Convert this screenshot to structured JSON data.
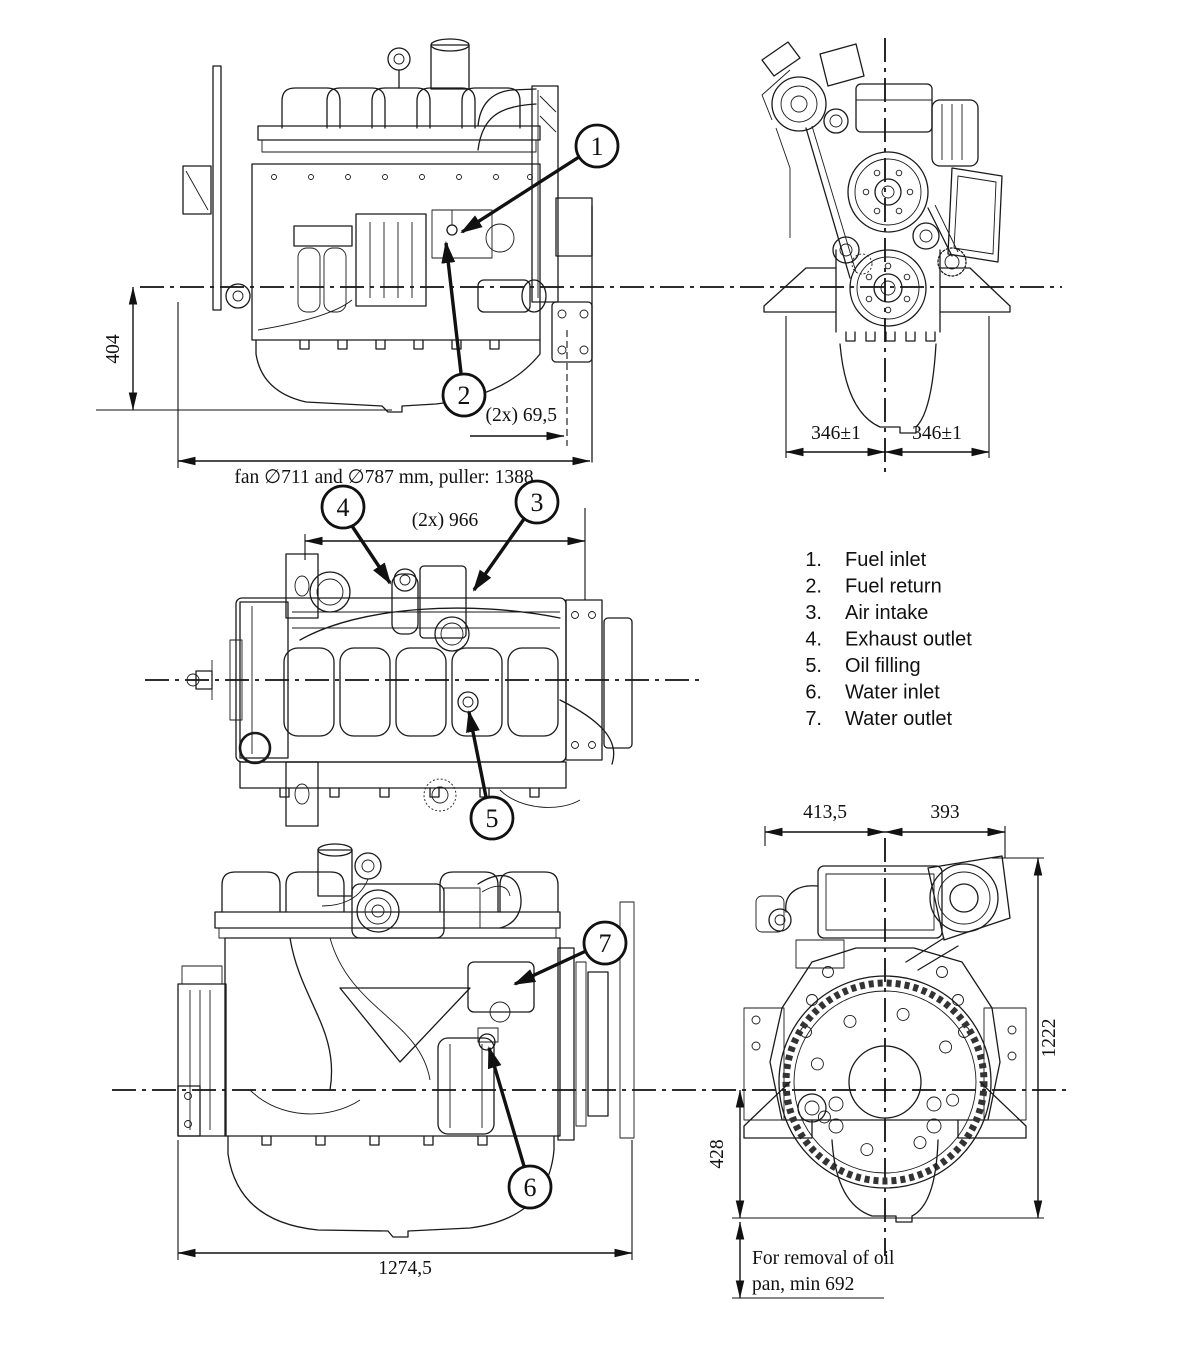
{
  "colors": {
    "ink": "#1a1a1a",
    "paper": "#ffffff"
  },
  "dims": {
    "d404": "404",
    "d69_5": "(2x) 69,5",
    "fan_note": "fan ∅711 and ∅787 mm, puller: 1388",
    "d346_left": "346±1",
    "d346_right": "346±1",
    "d966": "(2x) 966",
    "d413_5": "413,5",
    "d393": "393",
    "d1222": "1222",
    "d428": "428",
    "d1274_5": "1274,5",
    "oil_pan_note_line1": "For removal of oil",
    "oil_pan_note_line2": "pan, min 692"
  },
  "callouts": {
    "c1": "1",
    "c2": "2",
    "c3": "3",
    "c4": "4",
    "c5": "5",
    "c6": "6",
    "c7": "7"
  },
  "legend": {
    "items": [
      {
        "num": "1.",
        "label": "Fuel inlet"
      },
      {
        "num": "2.",
        "label": "Fuel return"
      },
      {
        "num": "3.",
        "label": "Air intake"
      },
      {
        "num": "4.",
        "label": "Exhaust outlet"
      },
      {
        "num": "5.",
        "label": "Oil filling"
      },
      {
        "num": "6.",
        "label": "Water inlet"
      },
      {
        "num": "7.",
        "label": "Water outlet"
      }
    ]
  }
}
